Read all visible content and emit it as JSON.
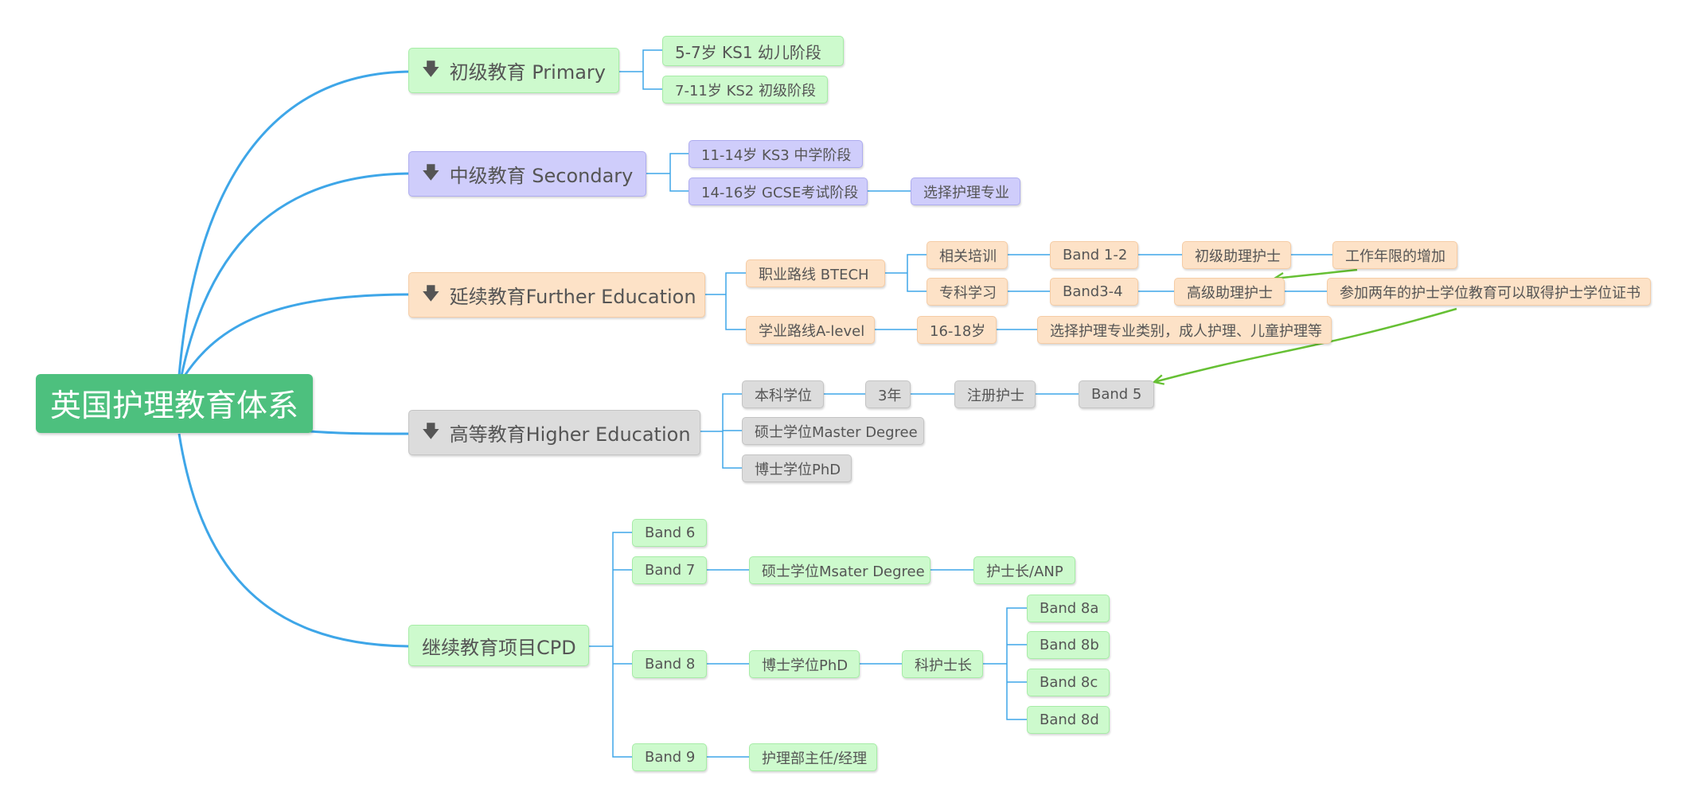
{
  "root": {
    "label": "英国护理教育体系"
  },
  "primary": {
    "label": "初级教育 Primary",
    "children": [
      "5-7岁 KS1 幼儿阶段",
      "7-11岁 KS2 初级阶段"
    ]
  },
  "secondary": {
    "label": "中级教育 Secondary",
    "children": [
      "11-14岁 KS3 中学阶段",
      "14-16岁 GCSE考试阶段",
      "选择护理专业"
    ]
  },
  "further": {
    "label": "延续教育Further Education",
    "btech": "职业路线 BTECH",
    "alevel": "学业路线A-level",
    "training": "相关培训",
    "band12": "Band 1-2",
    "junior_assistant": "初级助理护士",
    "years_increase": "工作年限的增加",
    "specialist": "专科学习",
    "band34": "Band3-4",
    "senior_assistant": "高级助理护士",
    "degree_note": "参加两年的护士学位教育可以取得护士学位证书",
    "age": "16-18岁",
    "choose": "选择护理专业类别，成人护理、儿童护理等"
  },
  "higher": {
    "label": "高等教育Higher Education",
    "bachelor": "本科学位",
    "three_years": "3年",
    "registered": "注册护士",
    "band5": "Band 5",
    "master": "硕士学位Master Degree",
    "phd": "博士学位PhD"
  },
  "cpd": {
    "label": "继续教育项目CPD",
    "band6": "Band 6",
    "band7": "Band 7",
    "master": "硕士学位Msater Degree",
    "head_nurse": "护士长/ANP",
    "band8": "Band 8",
    "phd": "博士学位PhD",
    "dept_head": "科护士长",
    "band8a": "Band 8a",
    "band8b": "Band 8b",
    "band8c": "Band 8c",
    "band8d": "Band 8d",
    "band9": "Band 9",
    "director": "护理部主任/经理"
  },
  "colors": {
    "connector": "#3ea6e8",
    "relation_arrow": "#66c034",
    "root": "#4dc07e",
    "primary": "#cdfacd",
    "secondary": "#cfcdfb",
    "further": "#fde2c7",
    "higher": "#dcdcdc",
    "cpd": "#cdfacd"
  },
  "icons": {
    "topic_marker": "down-arrow-icon"
  }
}
